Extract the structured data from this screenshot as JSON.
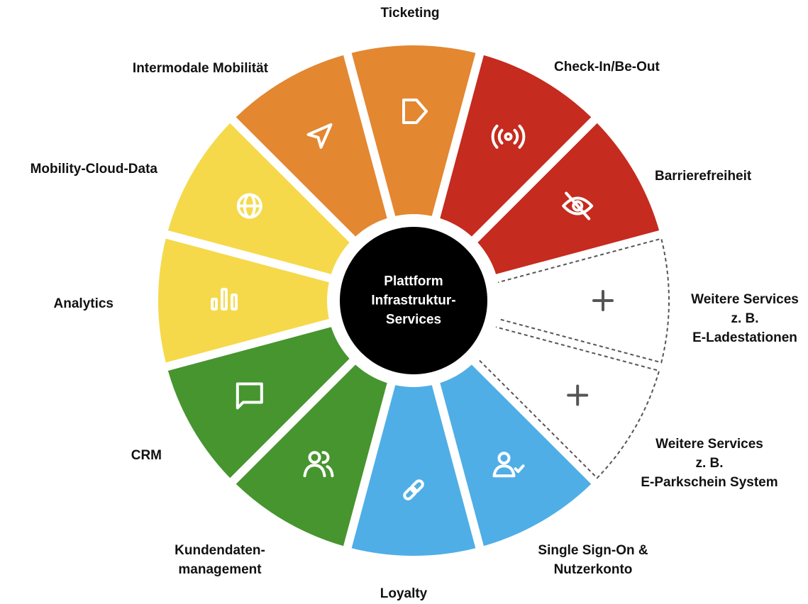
{
  "center": {
    "lines": [
      "Plattform",
      "Infrastruktur-",
      "Services"
    ]
  },
  "segments": [
    {
      "id": "ticketing",
      "lines": [
        "Ticketing"
      ],
      "icon": "tag-icon",
      "color": "#E38731"
    },
    {
      "id": "check-in",
      "lines": [
        "Check-In/Be-Out"
      ],
      "icon": "broadcast-icon",
      "color": "#C52B1E"
    },
    {
      "id": "barrierefreiheit",
      "lines": [
        "Barrierefreiheit"
      ],
      "icon": "eye-off-icon",
      "color": "#C52B1E"
    },
    {
      "id": "weitere-1",
      "lines": [
        "Weitere Services",
        "z. B.",
        "E-Ladestationen"
      ],
      "icon": "plus-icon",
      "color": "none"
    },
    {
      "id": "weitere-2",
      "lines": [
        "Weitere Services",
        "z. B.",
        "E-Parkschein System"
      ],
      "icon": "plus-icon",
      "color": "none"
    },
    {
      "id": "single-sign-on",
      "lines": [
        "Single Sign-On &",
        "Nutzerkonto"
      ],
      "icon": "user-check-icon",
      "color": "#4FAEE6"
    },
    {
      "id": "loyalty",
      "lines": [
        "Loyalty"
      ],
      "icon": "link-icon",
      "color": "#4FAEE6"
    },
    {
      "id": "kundendaten",
      "lines": [
        "Kundendaten-",
        "management"
      ],
      "icon": "users-icon",
      "color": "#46952F"
    },
    {
      "id": "crm",
      "lines": [
        "CRM"
      ],
      "icon": "chat-icon",
      "color": "#46952F"
    },
    {
      "id": "analytics",
      "lines": [
        "Analytics"
      ],
      "icon": "bar-chart-icon",
      "color": "#F5D94A"
    },
    {
      "id": "mobility-cloud-data",
      "lines": [
        "Mobility-Cloud-Data"
      ],
      "icon": "globe-icon",
      "color": "#F5D94A"
    },
    {
      "id": "intermodale",
      "lines": [
        "Intermodale Mobilität"
      ],
      "icon": "navigation-icon",
      "color": "#E38731"
    }
  ]
}
